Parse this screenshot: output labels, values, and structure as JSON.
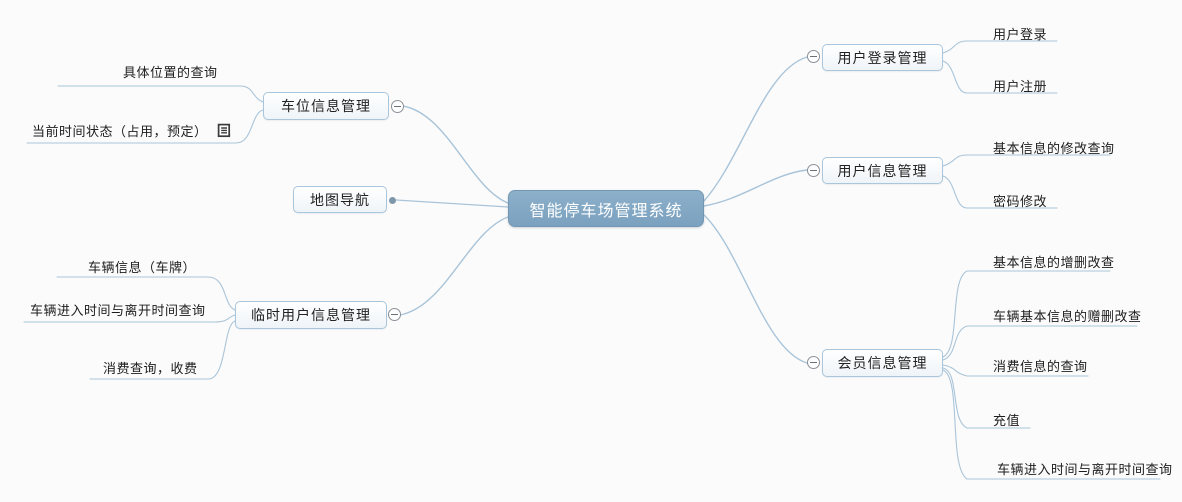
{
  "root": {
    "label": "智能停车场管理系统"
  },
  "left": [
    {
      "label": "车位信息管理",
      "children": [
        {
          "label": "具体位置的查询"
        },
        {
          "label": "当前时间状态（占用，预定）",
          "icon": "notes"
        }
      ]
    },
    {
      "label": "地图导航",
      "children": []
    },
    {
      "label": "临时用户信息管理",
      "children": [
        {
          "label": "车辆信息（车牌）"
        },
        {
          "label": "车辆进入时间与离开时间查询"
        },
        {
          "label": "消费查询，收费"
        }
      ]
    }
  ],
  "right": [
    {
      "label": "用户登录管理",
      "children": [
        {
          "label": "用户登录"
        },
        {
          "label": "用户注册"
        }
      ]
    },
    {
      "label": "用户信息管理",
      "children": [
        {
          "label": "基本信息的修改查询"
        },
        {
          "label": "密码修改"
        }
      ]
    },
    {
      "label": "会员信息管理",
      "children": [
        {
          "label": "基本信息的增删改查"
        },
        {
          "label": "车辆基本信息的赠删改查"
        },
        {
          "label": "消费信息的查询"
        },
        {
          "label": "充值"
        },
        {
          "label": "车辆进入时间与离开时间查询"
        }
      ]
    }
  ],
  "colors": {
    "root_fill_top": "#8db0ca",
    "root_fill_bottom": "#7aa1bf",
    "root_border": "#7397b3",
    "root_text": "#ffffff",
    "branch_line": "#a9c4d9",
    "node_border": "#a9c6dc",
    "node_text": "#222222",
    "leaf_text": "#1d1d1d",
    "collapse_border": "#8a9097",
    "connection_dot": "#7e98ab"
  }
}
